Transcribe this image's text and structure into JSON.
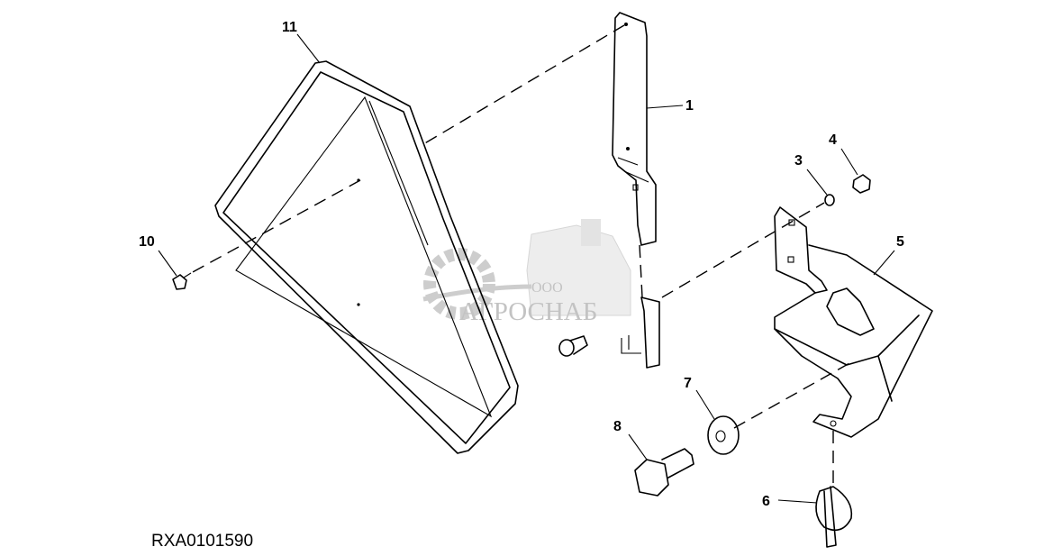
{
  "diagram": {
    "callouts": [
      "1",
      "3",
      "4",
      "5",
      "6",
      "7",
      "8",
      "10",
      "11"
    ],
    "drawing_code": "RXA0101590"
  },
  "watermark": {
    "prefix": "ООО",
    "name": "АГРОСНАБ"
  }
}
